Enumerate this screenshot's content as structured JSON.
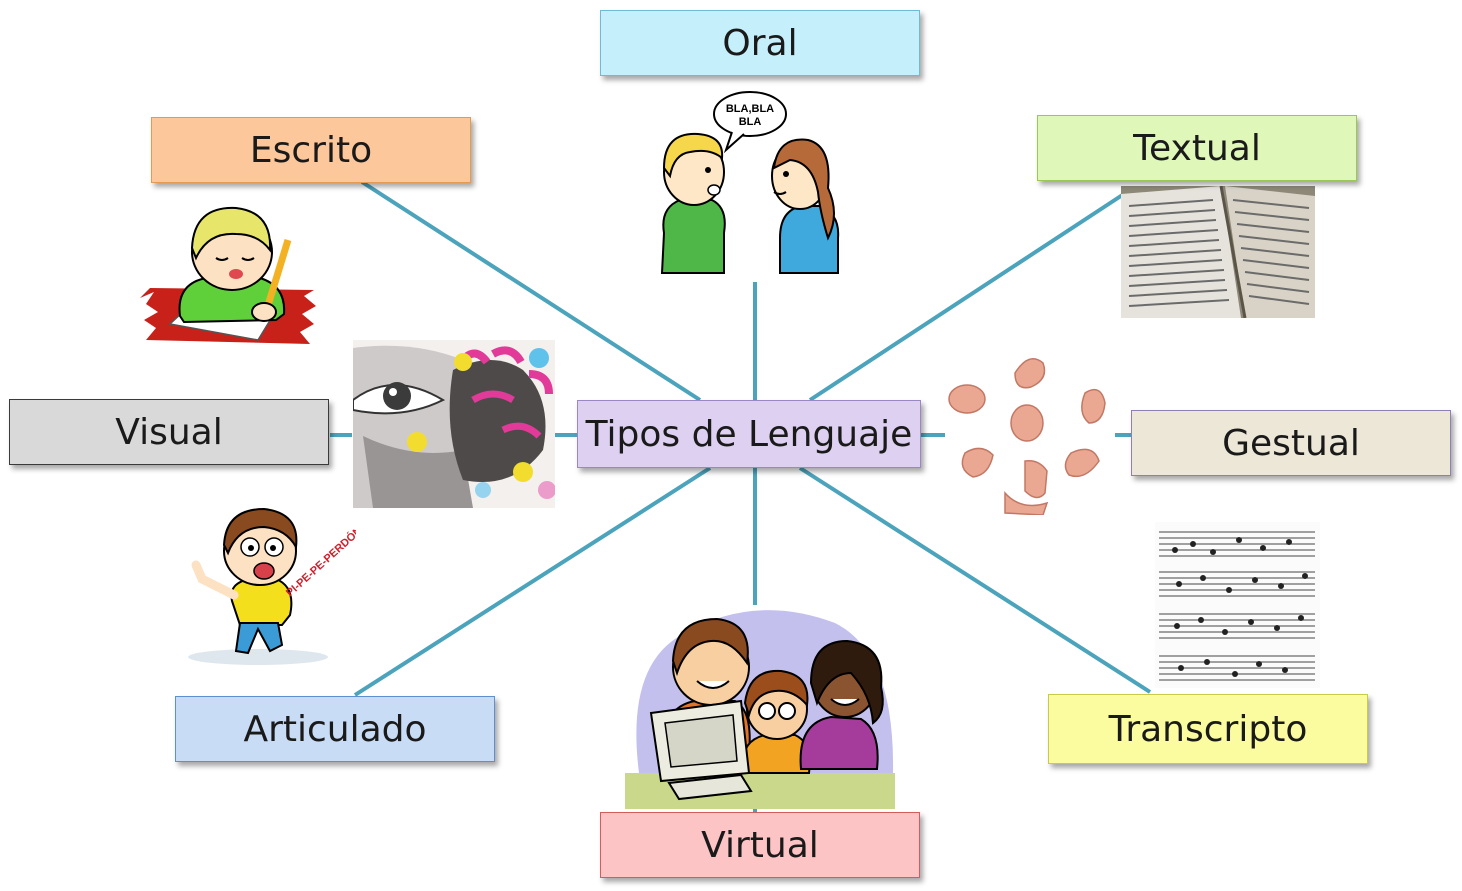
{
  "center": {
    "label": "Tipos de Lenguaje",
    "color": "#ddd0f0",
    "border": "#9b86c6"
  },
  "line_color": "#4ca3bc",
  "nodes": [
    {
      "key": "oral",
      "label": "Oral",
      "color": "#c6effc",
      "border": "#6fbad6"
    },
    {
      "key": "escrito",
      "label": "Escrito",
      "color": "#fcc79a",
      "border": "#e39a52"
    },
    {
      "key": "textual",
      "label": "Textual",
      "color": "#dff7b8",
      "border": "#9ac756"
    },
    {
      "key": "visual",
      "label": "Visual",
      "color": "#d9d9d9",
      "border": "#3a3a3a"
    },
    {
      "key": "gestual",
      "label": "Gestual",
      "color": "#ece7d6",
      "border": "#8f7fb4"
    },
    {
      "key": "articulado",
      "label": "Articulado",
      "color": "#c8dcf6",
      "border": "#5e8fcf"
    },
    {
      "key": "transcripto",
      "label": "Transcripto",
      "color": "#fbfba0",
      "border": "#c9c94a"
    },
    {
      "key": "virtual",
      "label": "Virtual",
      "color": "#fcc4c4",
      "border": "#d35d5d"
    }
  ],
  "illustrations": {
    "speech_bubble_text_1": "BLA,BLA",
    "speech_bubble_text_2": "BLA",
    "shout_text": "PI-PE-PE-PERDÓN!"
  }
}
